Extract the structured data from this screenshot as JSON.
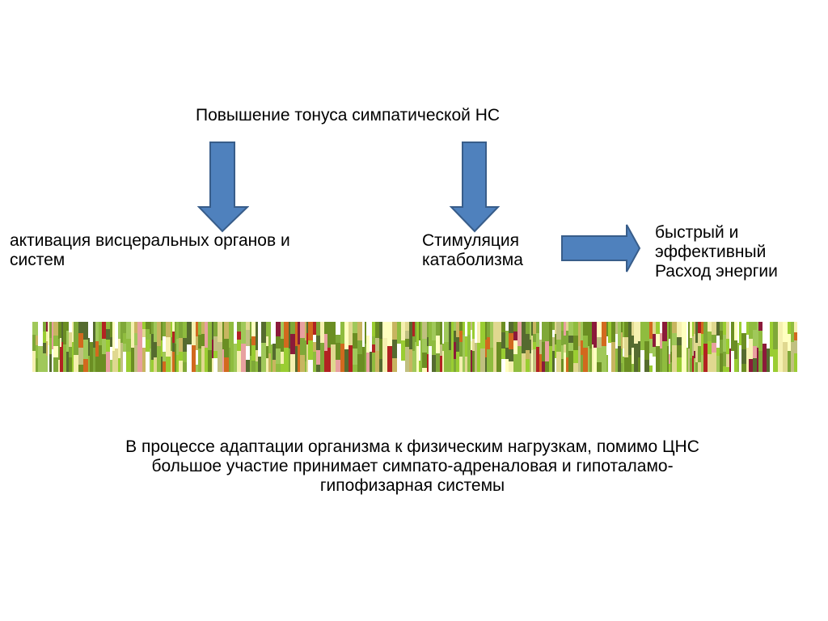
{
  "diagram": {
    "title": "Повышение тонуса симпатической НС",
    "left_node": "активация висцеральных органов и\nсистем",
    "middle_node": "Стимуляция\nкатаболизма",
    "right_node": "быстрый и\nэффективный\nРасход энергии",
    "bottom_text": "В процессе адаптации организма к физическим нагрузкам, помимо ЦНС\nбольшое участие принимает симпато-адреналовая и гипоталамо-\nгипофизарная системы"
  },
  "colors": {
    "arrow_fill": "#4f81bd",
    "arrow_stroke": "#385d8a",
    "strip_palette": [
      "#6b8e23",
      "#8fbc3f",
      "#a0c85a",
      "#c8b560",
      "#e0d890",
      "#f5f0b0",
      "#ffffc0",
      "#b22222",
      "#8b1a3a",
      "#d2691e",
      "#9acd32",
      "#556b2f",
      "#7fa838",
      "#c0c080",
      "#e8a0a0",
      "#ffffff"
    ]
  },
  "icons": {
    "arrow_down": "arrow-down-icon",
    "arrow_right": "arrow-right-icon",
    "strip": "decorative-color-strip"
  }
}
